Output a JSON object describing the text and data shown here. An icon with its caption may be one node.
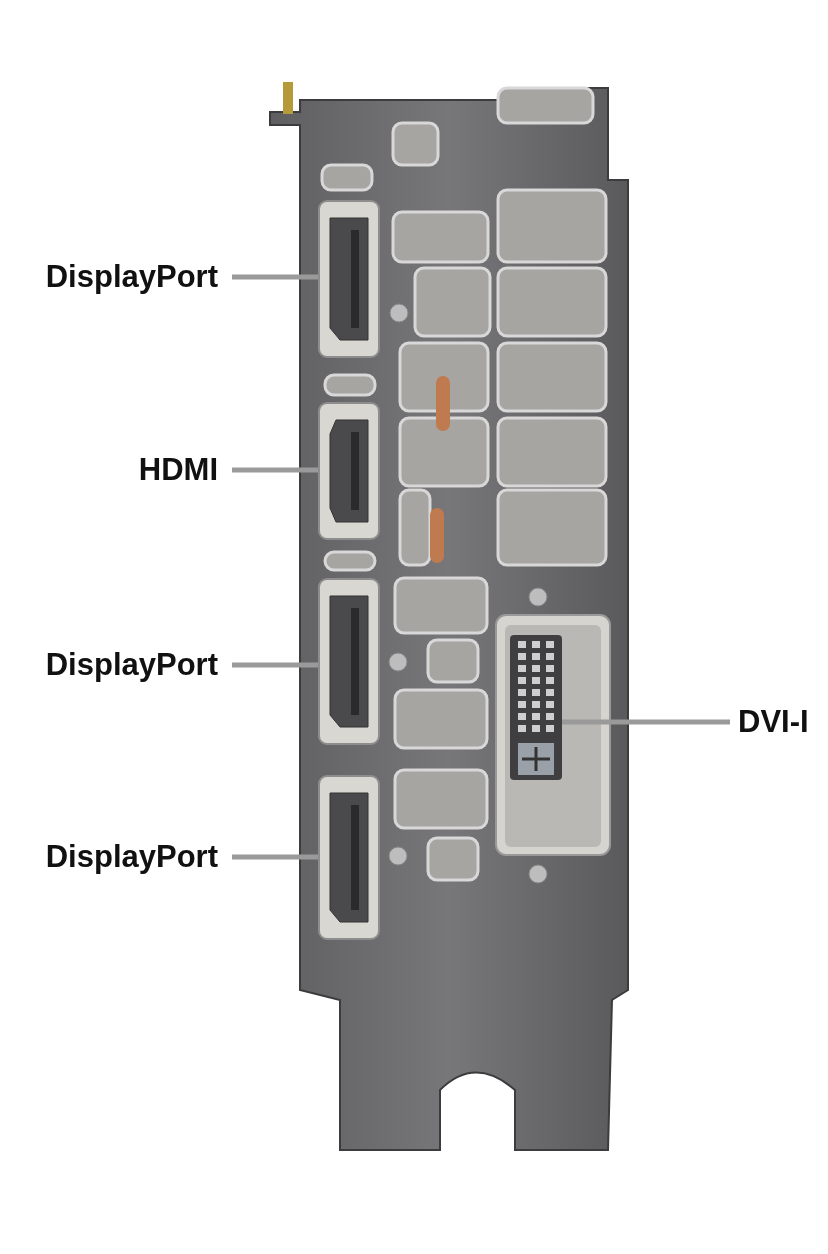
{
  "diagram": {
    "nodes": [
      {
        "text": [
          "DisplayPort"
        ]
      },
      {
        "text": [
          "HDMI"
        ]
      },
      {
        "text": [
          "DisplayPort"
        ]
      },
      {
        "text": [
          "DVI-I"
        ]
      },
      {
        "text": [
          "DisplayPort"
        ]
      },
      {
        "text": [],
        "shape": "picture"
      },
      {
        "text": [],
        "shape": "picture"
      },
      {
        "text": [],
        "shape": "picture"
      },
      {
        "text": [],
        "shape": "picture"
      },
      {
        "text": [],
        "shape": "picture"
      }
    ],
    "edges": [
      {
        "from": 0,
        "to": 5,
        "arrow": "none"
      },
      {
        "from": 1,
        "to": 6,
        "arrow": "none"
      },
      {
        "from": 2,
        "to": 7,
        "arrow": "none"
      },
      {
        "from": 3,
        "to": 8,
        "arrow": "none"
      },
      {
        "from": 4,
        "to": 9,
        "arrow": "none"
      }
    ]
  }
}
